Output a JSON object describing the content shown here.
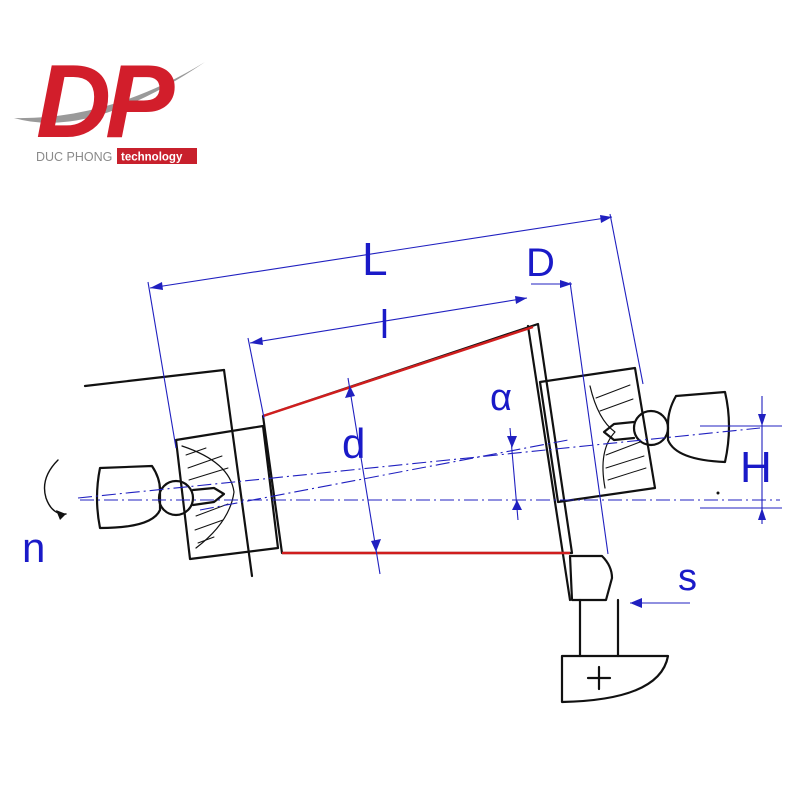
{
  "logo": {
    "letters": "DP",
    "company": "DUC PHONG",
    "tagline": "technology",
    "colors": {
      "letters": "#d21e2b",
      "swoosh": "#9a9a9a",
      "company": "#8a8a8a",
      "tag_bg": "#c8202c",
      "tag_text": "#ffffff"
    }
  },
  "labels": {
    "L": "L",
    "D": "D",
    "l": "l",
    "alpha": "α",
    "d": "d",
    "H": "H",
    "n": "n",
    "s": "s"
  },
  "colors": {
    "outline": "#111111",
    "dimension": "#2020c0",
    "taper": "#d01e1e"
  }
}
